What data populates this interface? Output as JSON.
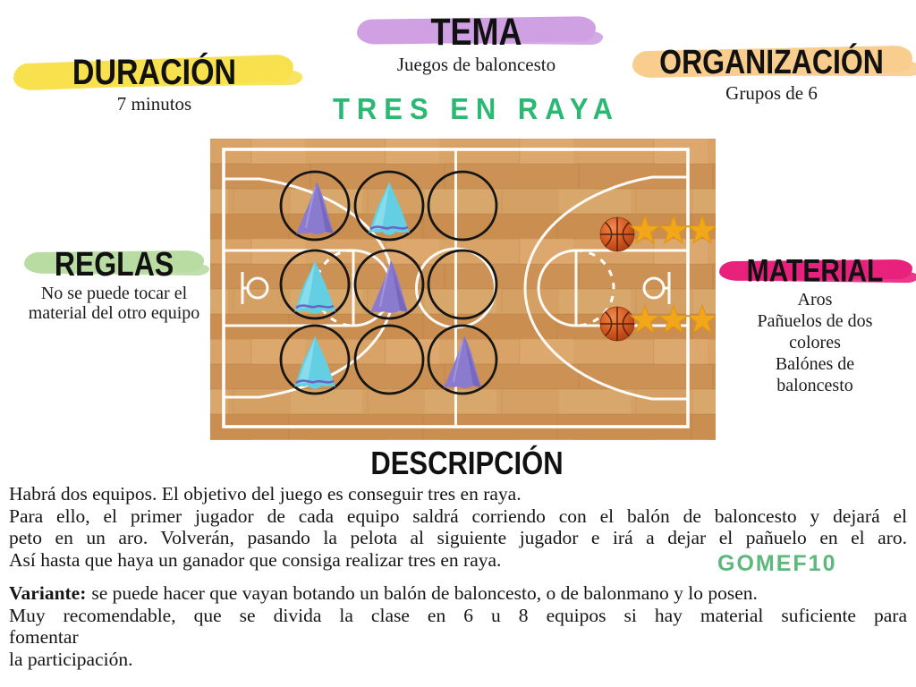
{
  "colors": {
    "highlight_yellow": "#F7E14E",
    "highlight_purple": "#CFA0E2",
    "highlight_orange": "#F8CD8E",
    "highlight_green": "#B9DCA3",
    "highlight_magenta": "#E8217C",
    "title_green": "#2AB873",
    "watermark_green": "#5CB87B",
    "star_gold": "#F2A71B",
    "cloth_cyan": "#64CFE2",
    "cloth_cyan_light": "#93E2EF",
    "cloth_trim": "#6A66C2",
    "cloth_purple": "#8B7BCE",
    "cloth_purple_dark": "#7464BB",
    "court_wood": "#D49A5F"
  },
  "sections": {
    "tema": {
      "label": "TEMA",
      "value": "Juegos de baloncesto"
    },
    "duracion": {
      "label": "DURACIÓN",
      "value": "7 minutos"
    },
    "organizacion": {
      "label": "ORGANIZACIÓN",
      "value": "Grupos de 6"
    },
    "reglas": {
      "label": "REGLAS",
      "lines": [
        "No se puede tocar el",
        "material del otro equipo"
      ]
    },
    "material": {
      "label": "MATERIAL",
      "lines": [
        "Aros",
        "Pañuelos de dos",
        "colores",
        "Balónes de",
        "baloncesto"
      ]
    }
  },
  "game_title": "TRES EN RAYA",
  "descripcion": {
    "label": "DESCRIPCIÓN",
    "lines": [
      "Habrá dos equipos. El objetivo del juego es conseguir tres en raya.",
      "Para ello, el primer jugador de cada equipo saldrá corriendo con el balón de baloncesto y dejará el",
      "peto en un aro. Volverán, pasando la pelota al siguiente jugador e irá a dejar el pañuelo en el aro.",
      "Así hasta que haya un ganador que consiga realizar tres en raya."
    ],
    "variante_label": "Variante:",
    "variante_lines": [
      "se puede hacer que vayan botando un balón de baloncesto, o de balonmano y lo posen.",
      "Muy recomendable, que se divida la clase en 6 u 8 equipos si hay material suficiente para",
      "fomentar",
      "la participación."
    ],
    "watermark": "GOMEF10"
  },
  "court": {
    "grid": [
      [
        "purple",
        "cyan",
        "empty"
      ],
      [
        "cyan",
        "purple",
        "empty"
      ],
      [
        "cyan",
        "empty",
        "purple"
      ]
    ],
    "score_rows": [
      {
        "balls": 1,
        "stars": 3
      },
      {
        "balls": 1,
        "stars": 3
      }
    ]
  }
}
